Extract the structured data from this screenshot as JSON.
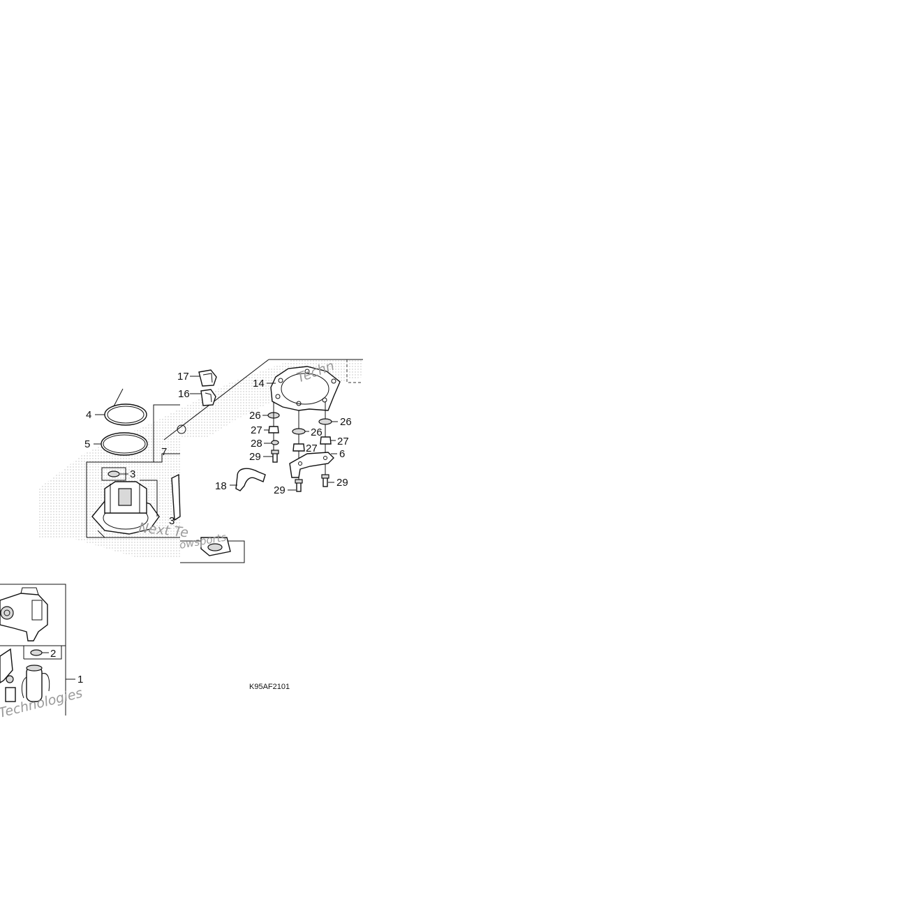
{
  "diagram": {
    "code": "K95AF2101",
    "watermarks": [
      "Techn",
      "Next Te",
      "owsports",
      "Technologies"
    ],
    "callouts": {
      "c1": "1",
      "c2": "2",
      "c3a": "3",
      "c3b": "3",
      "c4": "4",
      "c5": "5",
      "c6": "6",
      "c7": "7",
      "c14": "14",
      "c16": "16",
      "c17": "17",
      "c18": "18",
      "c26a": "26",
      "c26b": "26",
      "c26c": "26",
      "c27a": "27",
      "c27b": "27",
      "c27c": "27",
      "c28": "28",
      "c29a": "29",
      "c29b": "29",
      "c29c": "29"
    }
  }
}
